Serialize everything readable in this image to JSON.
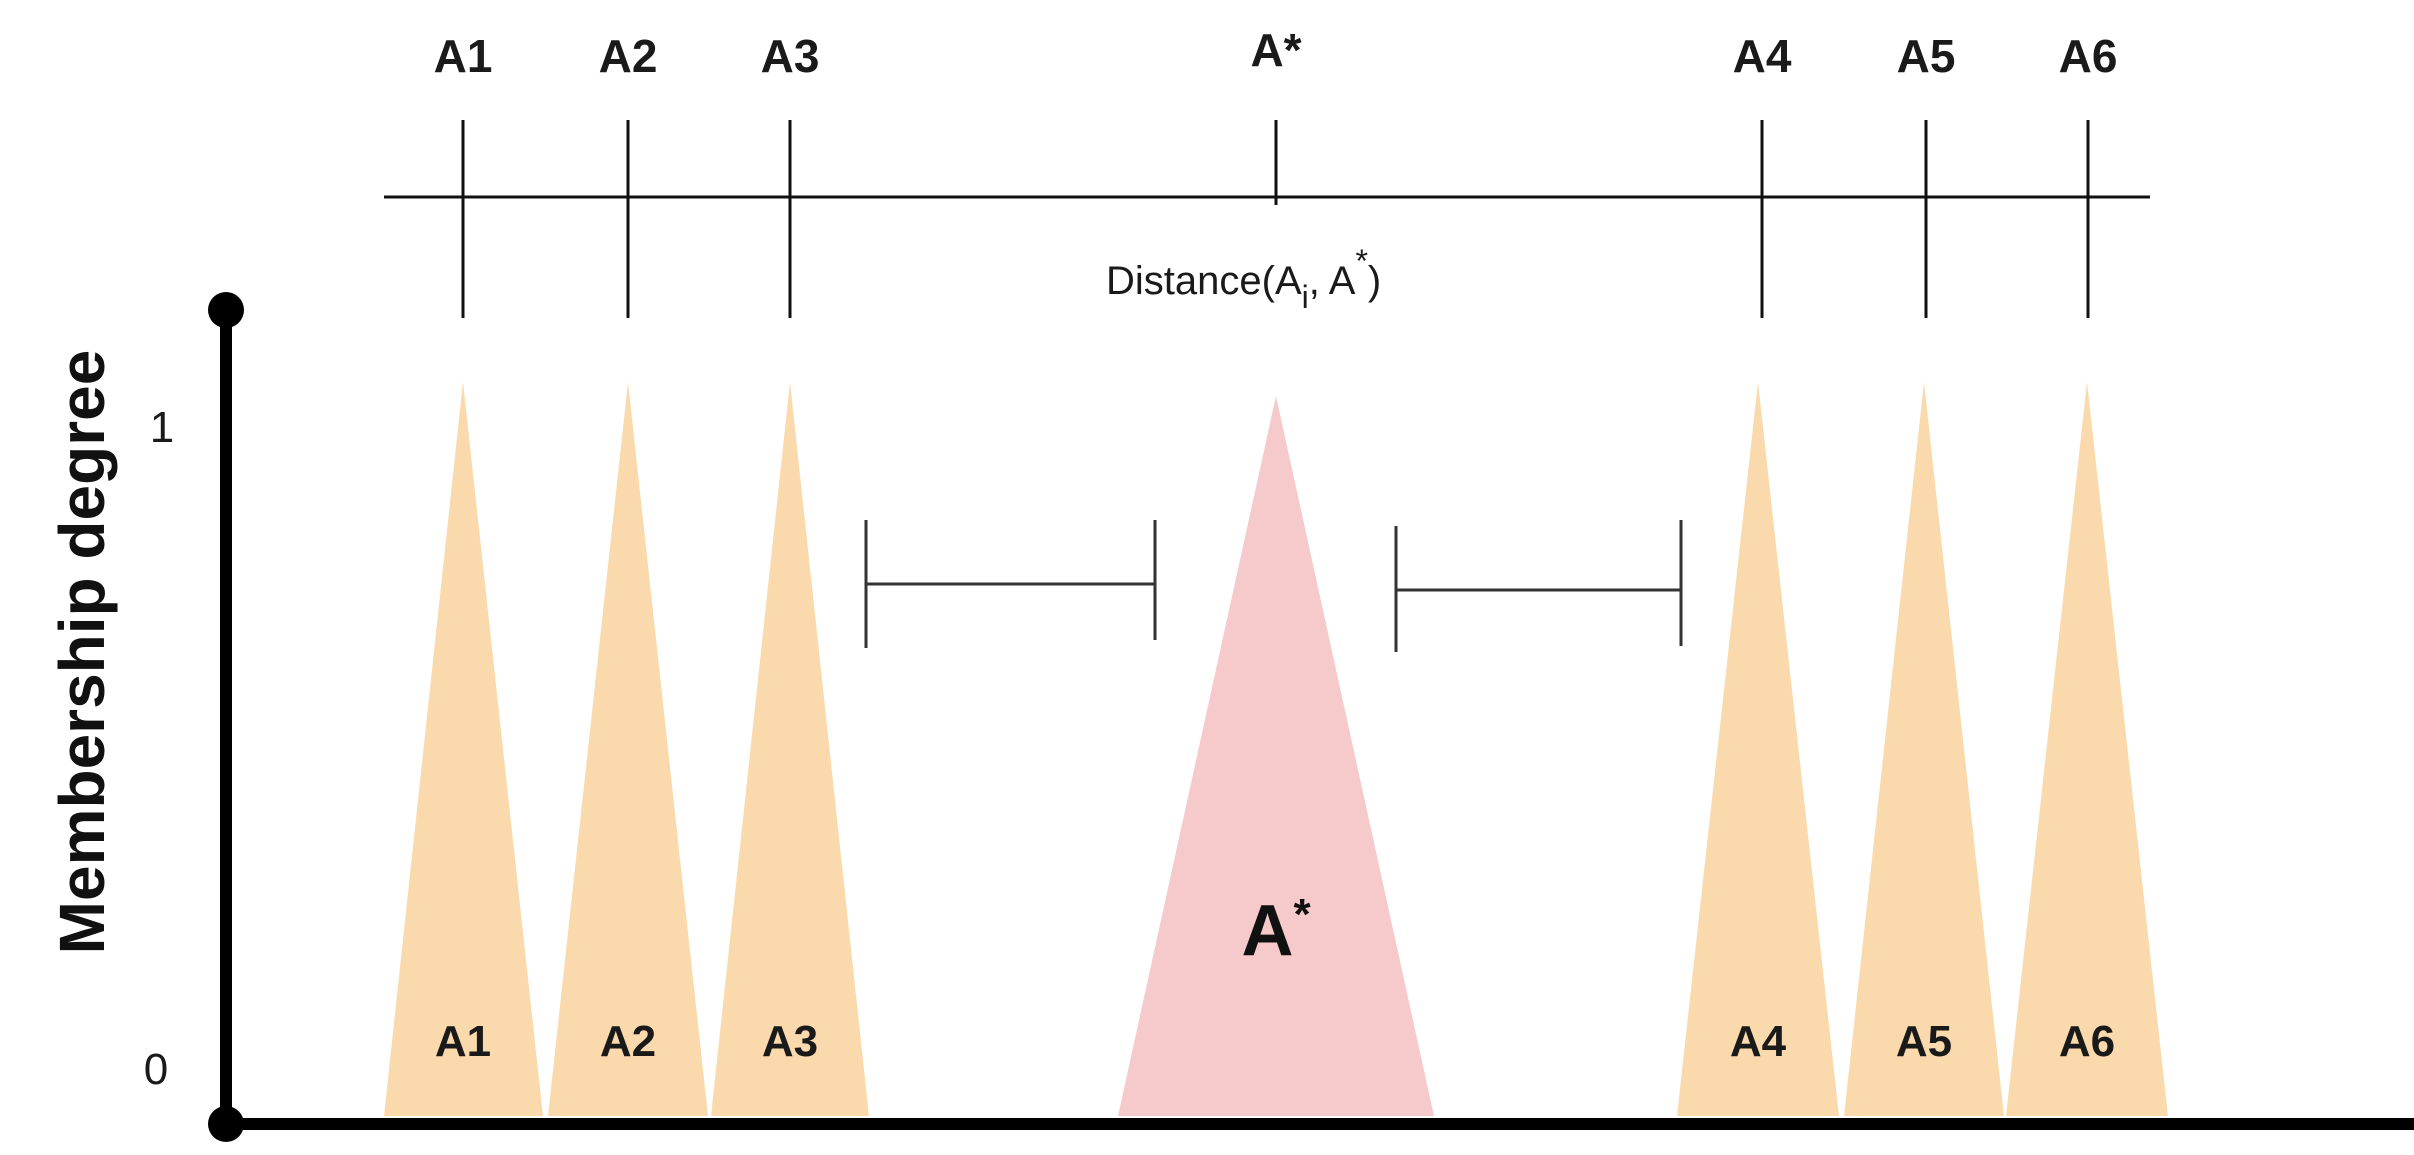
{
  "diagram": {
    "y_axis": {
      "title": "Membership degree",
      "ticks": [
        "1",
        "0"
      ]
    },
    "distance_axis": {
      "label_main": "Distance(A",
      "label_sub": "i",
      "label_mid": ", A",
      "label_sup": "*",
      "label_end": ")"
    },
    "top_labels": [
      "A1",
      "A2",
      "A3",
      "A*",
      "A4",
      "A5",
      "A6"
    ],
    "triangles": [
      {
        "label": "A1",
        "kind": "alternative"
      },
      {
        "label": "A2",
        "kind": "alternative"
      },
      {
        "label": "A3",
        "kind": "alternative"
      },
      {
        "label": "A",
        "label_sup": "*",
        "kind": "ideal"
      },
      {
        "label": "A4",
        "kind": "alternative"
      },
      {
        "label": "A5",
        "kind": "alternative"
      },
      {
        "label": "A6",
        "kind": "alternative"
      }
    ],
    "colors": {
      "alternative_fill": "#fad9ac",
      "ideal_fill": "#f6caca",
      "line": "#111111",
      "bracket": "#333333"
    }
  }
}
